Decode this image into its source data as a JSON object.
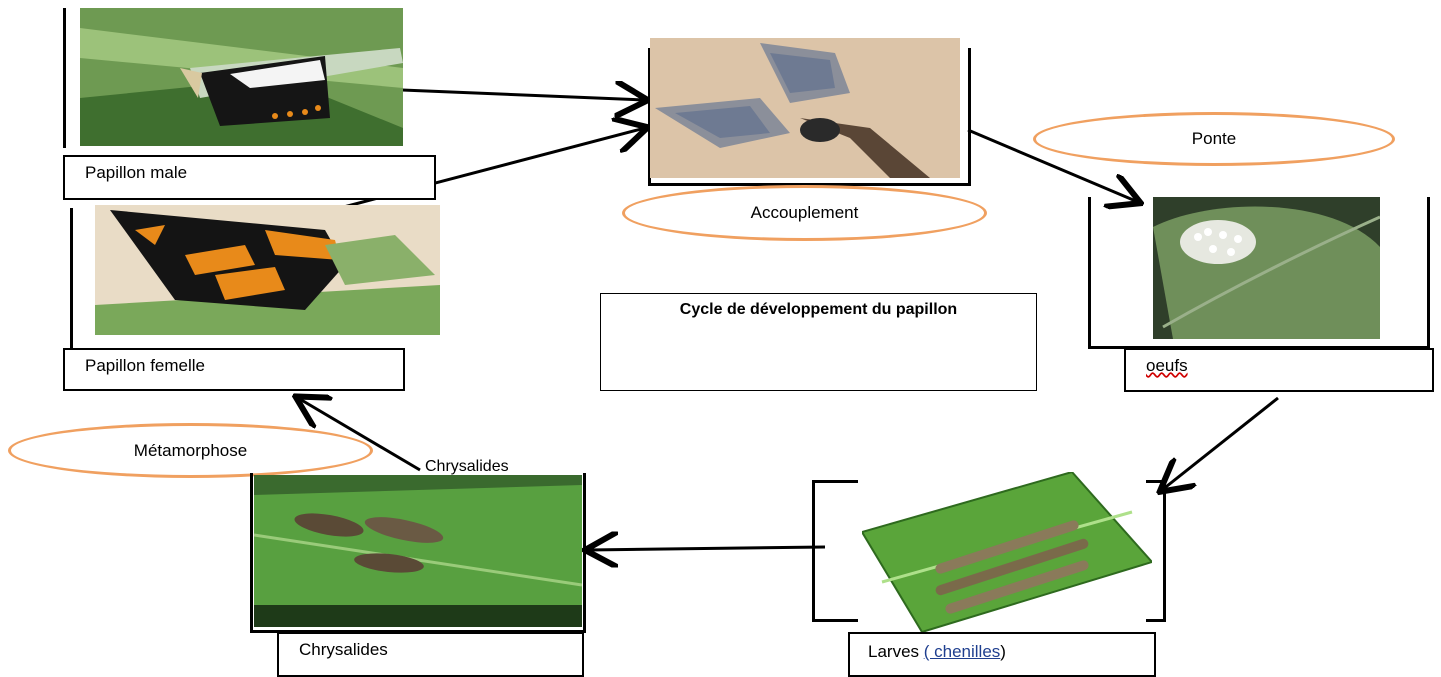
{
  "diagram": {
    "title": "Cycle de développement du papillon",
    "labels": {
      "male": "Papillon male",
      "female": "Papillon femelle",
      "eggs": "oeufs",
      "larvae_prefix": "Larves ",
      "larvae_link": "( chenilles",
      "larvae_suffix": ")",
      "pupae": "Chrysalides",
      "pupae_photo_caption": "Chrysalides"
    },
    "stages": {
      "mating": "Accouplement",
      "laying": "Ponte",
      "metamorphosis": "Métamorphose"
    }
  },
  "colors": {
    "ellipse_stroke": "#f0a060",
    "arrow": "#000000",
    "leaf_green": "#4a9a3a",
    "butterfly_orange": "#e88a1a"
  }
}
